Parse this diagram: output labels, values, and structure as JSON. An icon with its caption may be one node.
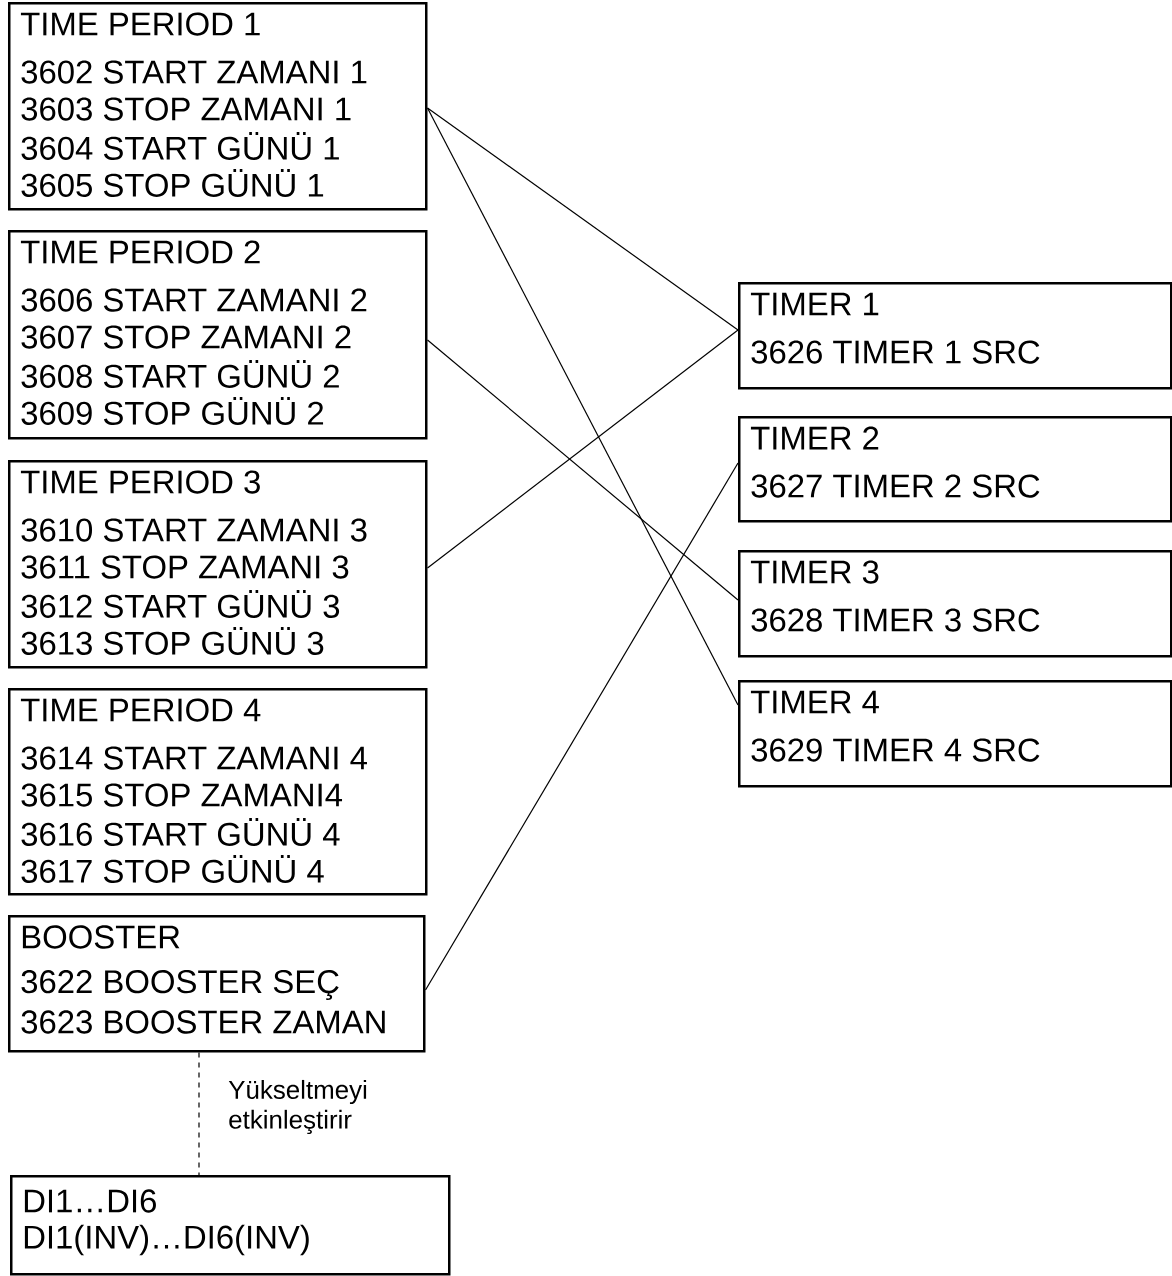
{
  "diagram": {
    "nodes": [
      {
        "text": [
          "TIME PERIOD 1",
          "3602 START ZAMANI 1",
          "3603 STOP ZAMANI 1",
          "3604 START GÜNÜ 1",
          "3605 STOP GÜNÜ 1"
        ]
      },
      {
        "text": [
          "TIME PERIOD 2",
          "3606 START ZAMANI 2",
          "3607 STOP ZAMANI 2",
          "3608 START GÜNÜ 2",
          "3609 STOP GÜNÜ 2"
        ]
      },
      {
        "text": [
          "TIME PERIOD 3",
          "3610 START ZAMANI 3",
          "3611 STOP ZAMANI 3",
          "3612 START GÜNÜ 3",
          "3613 STOP GÜNÜ 3"
        ]
      },
      {
        "text": [
          "TIME PERIOD 4",
          "3614 START ZAMANI 4",
          "3615 STOP ZAMANI4",
          "3616 START GÜNÜ 4",
          "3617 STOP GÜNÜ 4"
        ]
      },
      {
        "text": [
          "BOOSTER",
          "3622 BOOSTER SEÇ",
          "3623 BOOSTER ZAMAN"
        ]
      },
      {
        "text": [
          "DI1…DI6",
          "DI1(INV)…DI6(INV)"
        ]
      },
      {
        "text": [
          "TIMER 1",
          "3626 TIMER 1 SRC"
        ]
      },
      {
        "text": [
          "TIMER 2",
          "3627 TIMER 2 SRC"
        ]
      },
      {
        "text": [
          "TIMER 3",
          "3628 TIMER 3 SRC"
        ]
      },
      {
        "text": [
          "TIMER 4",
          "3629 TIMER 4 SRC"
        ]
      }
    ],
    "edges": [
      {
        "from": 0,
        "to": 6,
        "arrow": "none"
      },
      {
        "from": 0,
        "to": 9,
        "arrow": "none"
      },
      {
        "from": 1,
        "to": 8,
        "arrow": "none"
      },
      {
        "from": 2,
        "to": 6,
        "arrow": "none"
      },
      {
        "from": 4,
        "to": 7,
        "arrow": "none"
      },
      {
        "from": 4,
        "to": 5,
        "arrow": "none",
        "style": "dashed",
        "label": "Yükseltmeyi etkinleştirir"
      }
    ]
  }
}
